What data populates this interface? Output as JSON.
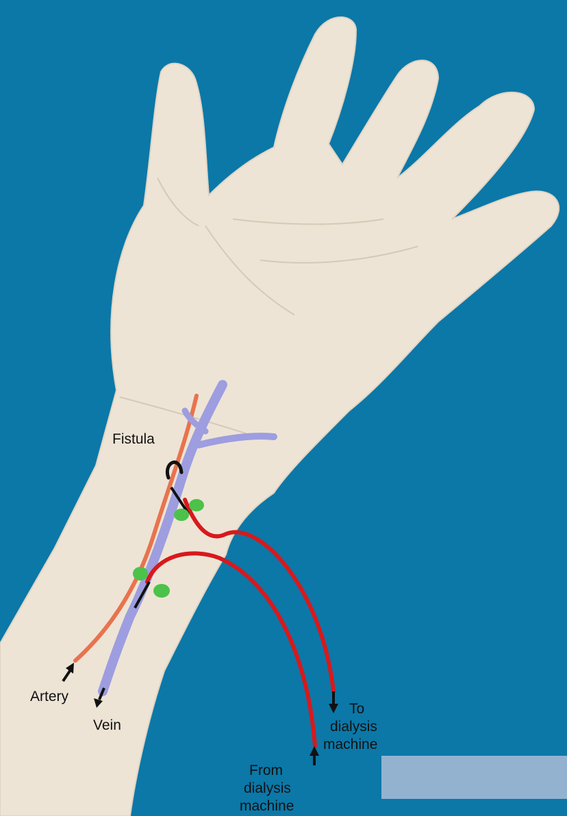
{
  "labels": {
    "fistula": "Fistula",
    "artery": "Artery",
    "vein": "Vein",
    "to_line1": "To",
    "to_line2": "dialysis",
    "to_line3": "machine",
    "from_line1": "From",
    "from_line2": "dialysis",
    "from_line3": "machine"
  },
  "colors": {
    "background": "#0b78a8",
    "skin": "#ede4d6",
    "skin_shadow": "#d9ccba",
    "artery": "#e8734e",
    "vein": "#9d9de0",
    "tubing": "#d8191c",
    "clamp": "#4cc24a",
    "arrow": "#111111",
    "corner_box": "#93b2d0"
  },
  "icons": [
    "hand-illustration",
    "artery-vessel",
    "vein-vessel",
    "fistula-hook",
    "needle-clamp",
    "flow-arrow"
  ]
}
